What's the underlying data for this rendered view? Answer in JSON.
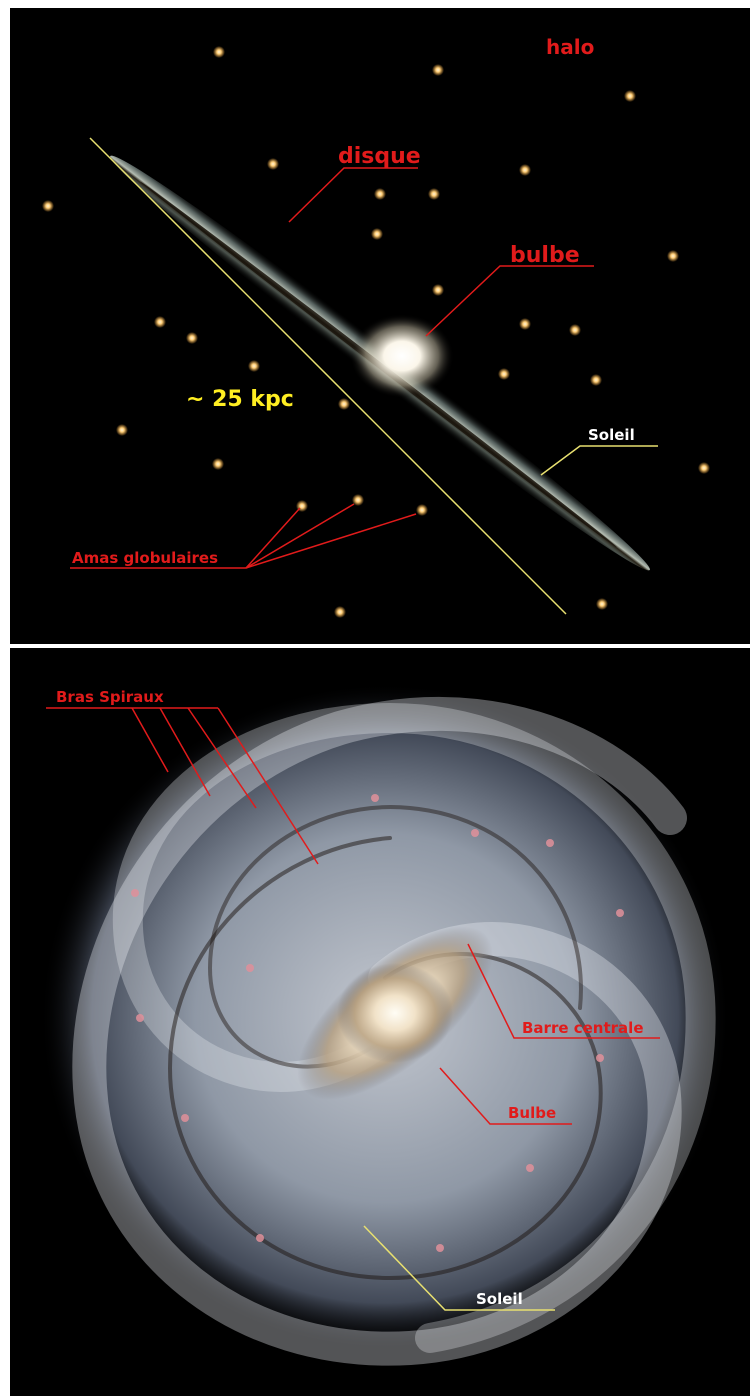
{
  "side_view": {
    "labels": {
      "halo": "halo",
      "disque": "disque",
      "bulbe": "bulbe",
      "scale": "~ 25 kpc",
      "soleil": "Soleil",
      "amas": "Amas globulaires"
    }
  },
  "face_view": {
    "labels": {
      "bras": "Bras Spiraux",
      "barre": "Barre centrale",
      "bulbe": "Bulbe",
      "soleil": "Soleil"
    }
  },
  "colors": {
    "label_red": "#e11b1b",
    "label_yellow_line": "#e8e070",
    "scale_yellow": "#ffee22",
    "cluster_glow": "#ffd38a"
  }
}
